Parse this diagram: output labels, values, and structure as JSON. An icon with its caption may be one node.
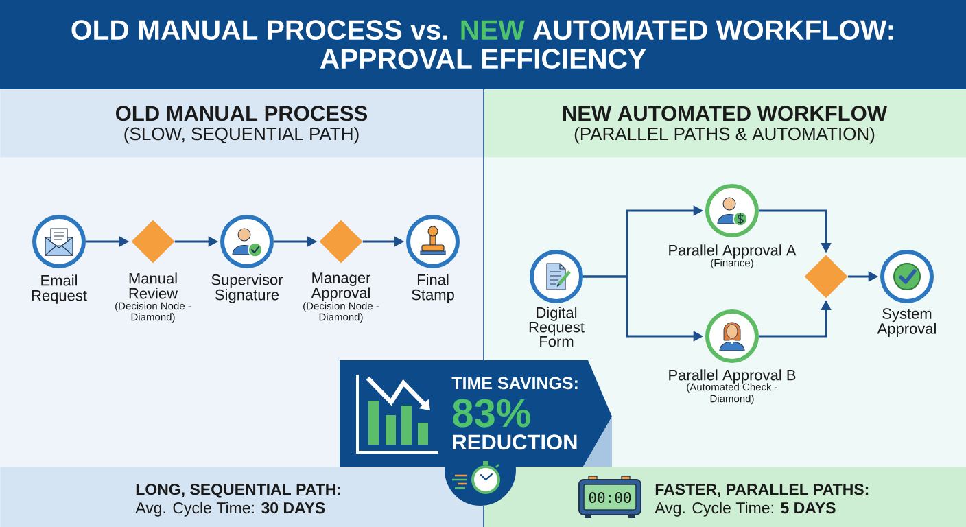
{
  "diagram": {
    "title": "OLD MANUAL PROCESS vs. NEW AUTOMATED WORKFLOW: APPROVAL EFFICIENCY",
    "nodes": [
      {
        "text": [
          "OLD MANUAL PROCESS",
          "(SLOW, SEQUENTIAL PATH)"
        ]
      },
      {
        "text": [
          "NEW AUTOMATED WORKFLOW",
          "(PARALLEL PATHS & AUTOMATION)"
        ]
      },
      {
        "text": [
          "Email Request"
        ]
      },
      {
        "text": [
          "Manual Review",
          "(Decision Node - Diamond)"
        ]
      },
      {
        "text": [
          "Supervisor Signature"
        ]
      },
      {
        "text": [
          "Manager Approval",
          "(Decision Node - Diamond)"
        ]
      },
      {
        "text": [
          "Final Stamp"
        ]
      },
      {
        "text": [
          "Digital Request Form"
        ]
      },
      {
        "text": [
          "Parallel Approval A",
          "(Finance)"
        ]
      },
      {
        "text": [
          "Parallel Approval B",
          "(Automated Check - Diamond)"
        ]
      },
      {
        "text": [],
        "shape": "diamond"
      },
      {
        "text": [
          "System Approval"
        ]
      },
      {
        "text": [
          "TIME SAVINGS:",
          "83%",
          "REDUCTION"
        ]
      },
      {
        "text": [
          "LONG, SEQUENTIAL PATH:",
          "Avg. Cycle Time: **30 DAYS**"
        ]
      },
      {
        "text": [
          "FASTER, PARALLEL PATHS:",
          "Avg. Cycle Time: **5 DAYS**"
        ]
      }
    ],
    "edges": [
      {
        "from": 2,
        "to": 3,
        "arrow": "to"
      },
      {
        "from": 3,
        "to": 4,
        "arrow": "to"
      },
      {
        "from": 4,
        "to": 5,
        "arrow": "to"
      },
      {
        "from": 5,
        "to": 6,
        "arrow": "to"
      },
      {
        "from": 7,
        "to": 8,
        "arrow": "to"
      },
      {
        "from": 7,
        "to": 9,
        "arrow": "to"
      },
      {
        "from": 8,
        "to": 10,
        "arrow": "to"
      },
      {
        "from": 9,
        "to": 10,
        "arrow": "to"
      },
      {
        "from": 10,
        "to": 11,
        "arrow": "to"
      }
    ],
    "labels": [
      "00:00"
    ]
  }
}
